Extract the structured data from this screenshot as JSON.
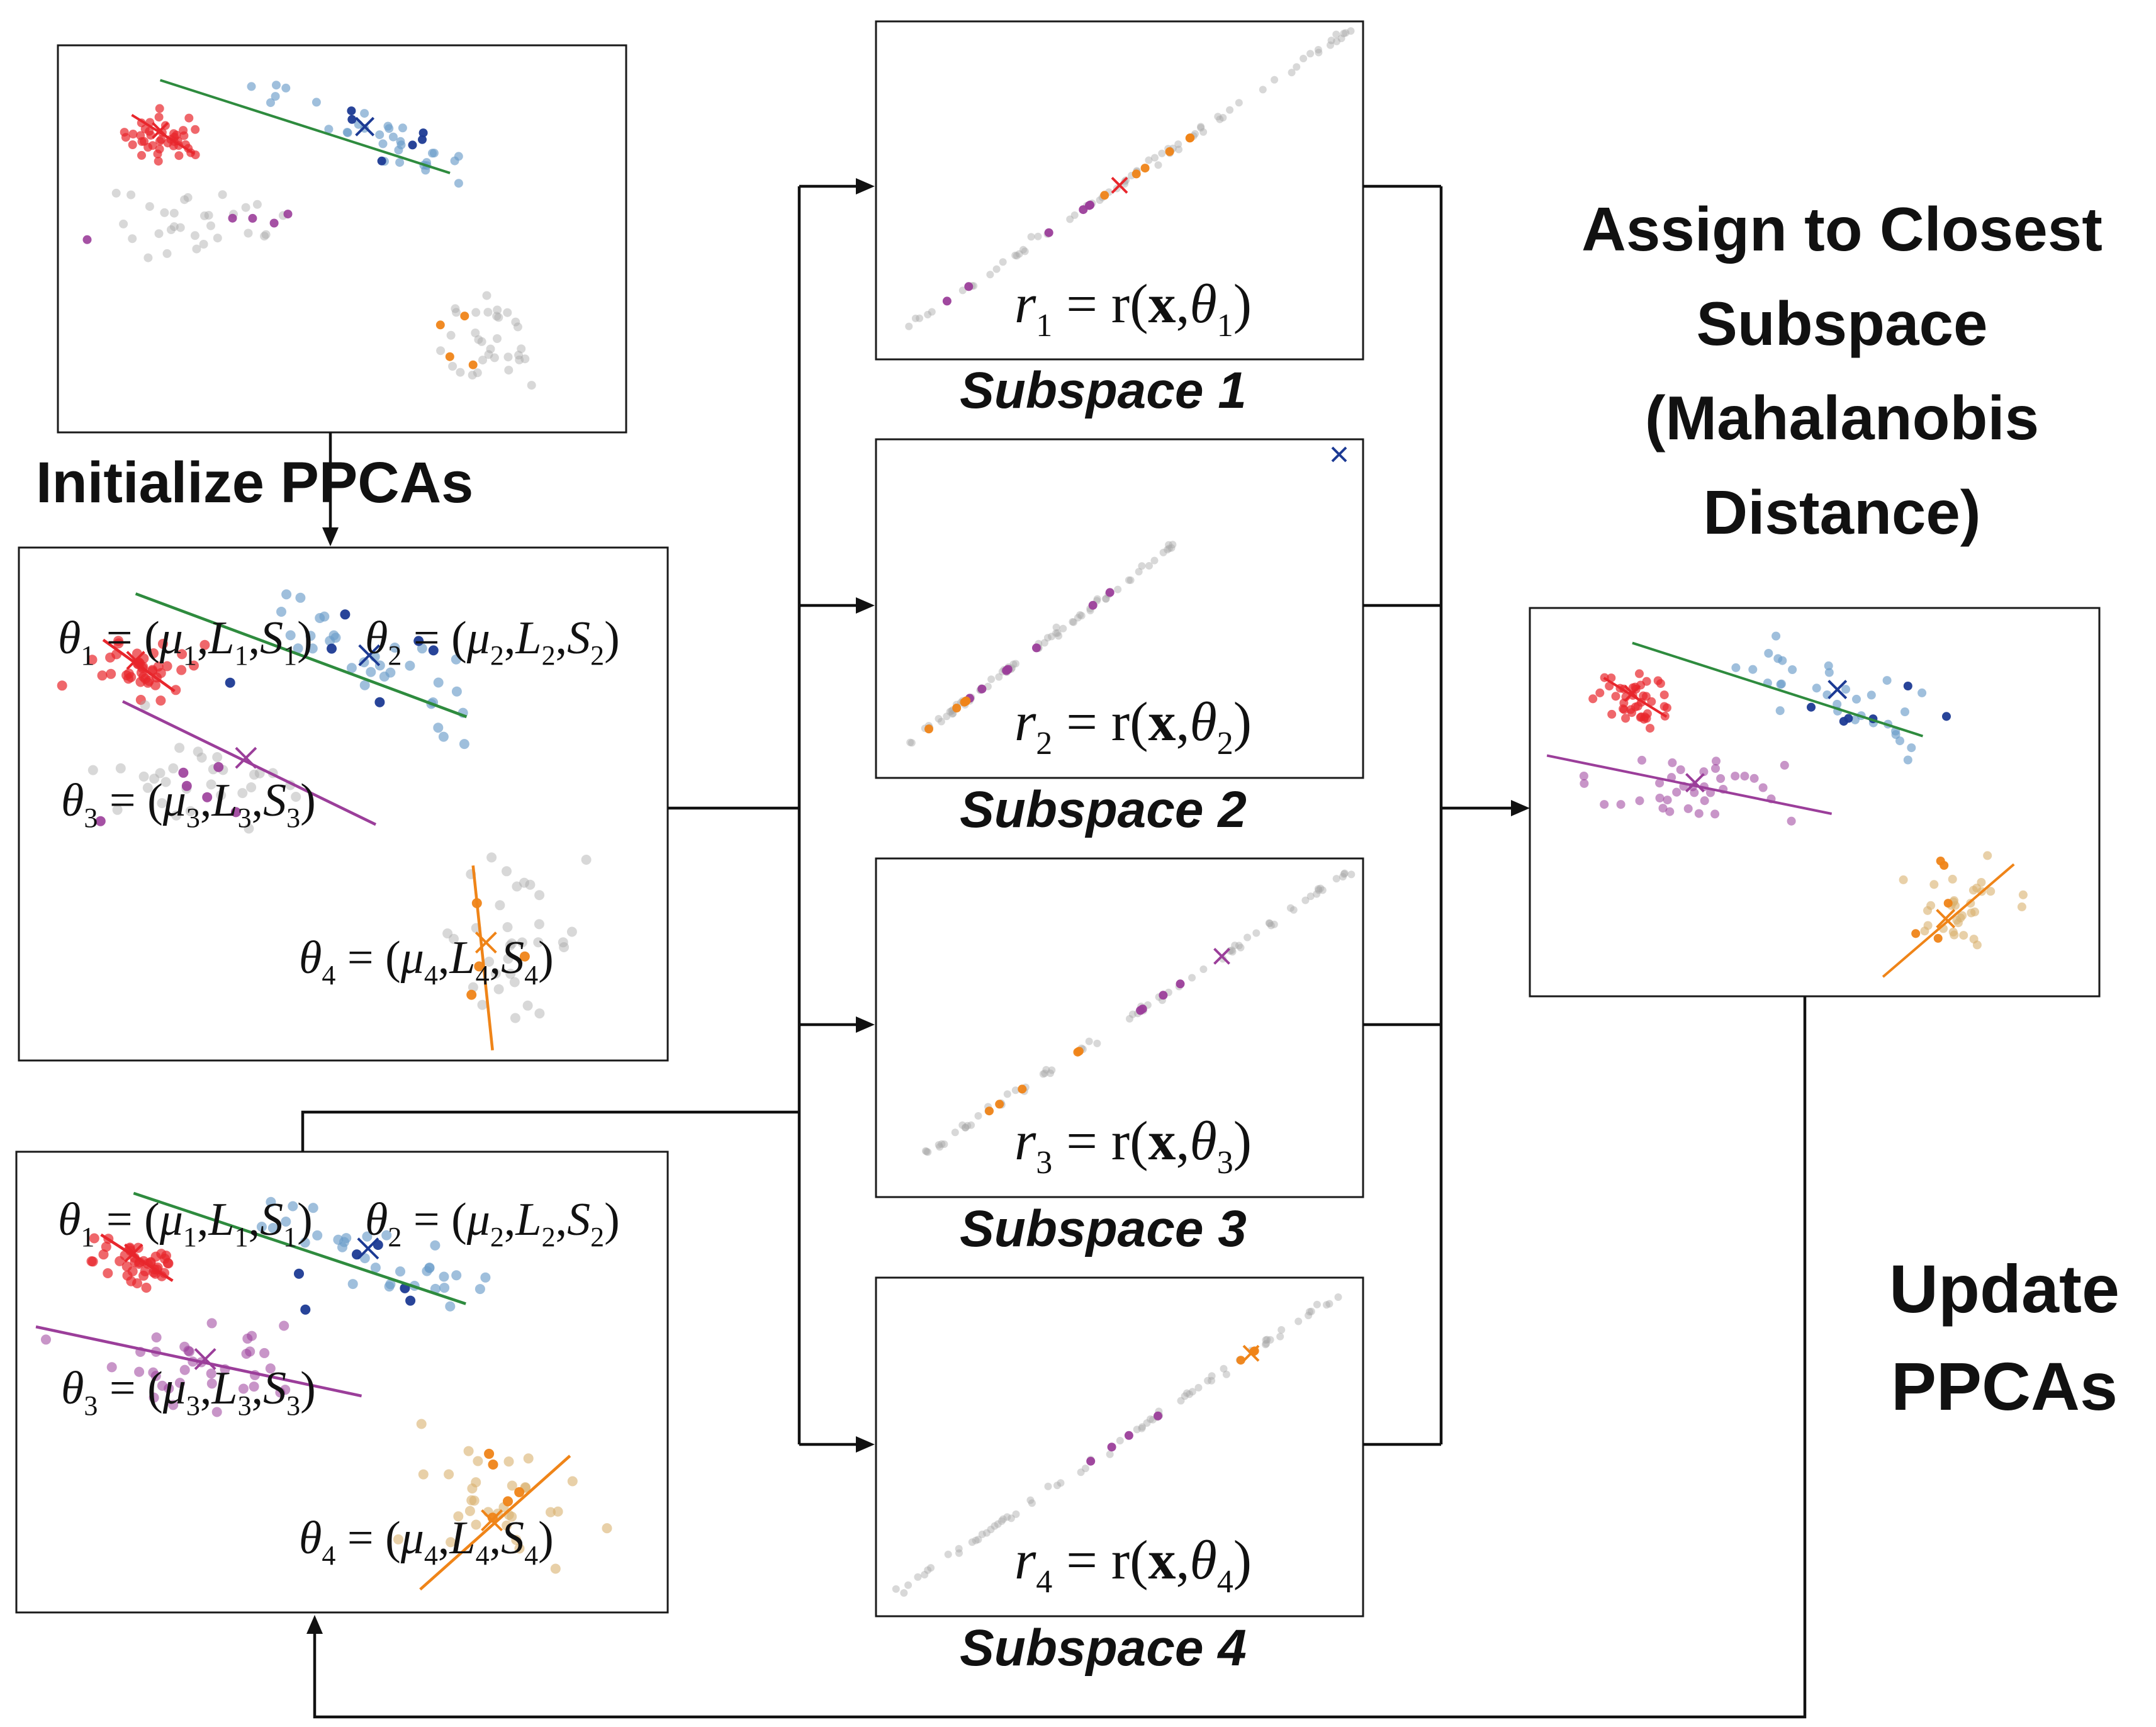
{
  "labels": {
    "init": "Initialize PPCAs",
    "assign": [
      "Assign to Closest",
      "Subspace",
      "(Mahalanobis",
      "Distance)"
    ],
    "update": [
      "Update",
      "PPCAs"
    ]
  },
  "params": [
    {
      "theta": "θ",
      "sub": "1",
      "mu": "μ",
      "L": "L",
      "S": "S"
    },
    {
      "theta": "θ",
      "sub": "2",
      "mu": "μ",
      "L": "L",
      "S": "S"
    },
    {
      "theta": "θ",
      "sub": "3",
      "mu": "μ",
      "L": "L",
      "S": "S"
    },
    {
      "theta": "θ",
      "sub": "4",
      "mu": "μ",
      "L": "L",
      "S": "S"
    }
  ],
  "subspaces": [
    {
      "caption": "Subspace 1",
      "r": "r",
      "sub": "1",
      "func": "r",
      "x": "x",
      "theta": "θ"
    },
    {
      "caption": "Subspace 2",
      "r": "r",
      "sub": "2",
      "func": "r",
      "x": "x",
      "theta": "θ"
    },
    {
      "caption": "Subspace 3",
      "r": "r",
      "sub": "3",
      "func": "r",
      "x": "x",
      "theta": "θ"
    },
    {
      "caption": "Subspace 4",
      "r": "r",
      "sub": "4",
      "func": "r",
      "x": "x",
      "theta": "θ"
    }
  ],
  "colors": {
    "red": "#e8262c",
    "blue_light": "#6b9cc9",
    "blue_dark": "#1c3a94",
    "grey": "#a9a9a9",
    "purple": "#9b3e9a",
    "orange": "#ef8418",
    "tan": "#d9b06e",
    "green": "#2e8b3e"
  }
}
